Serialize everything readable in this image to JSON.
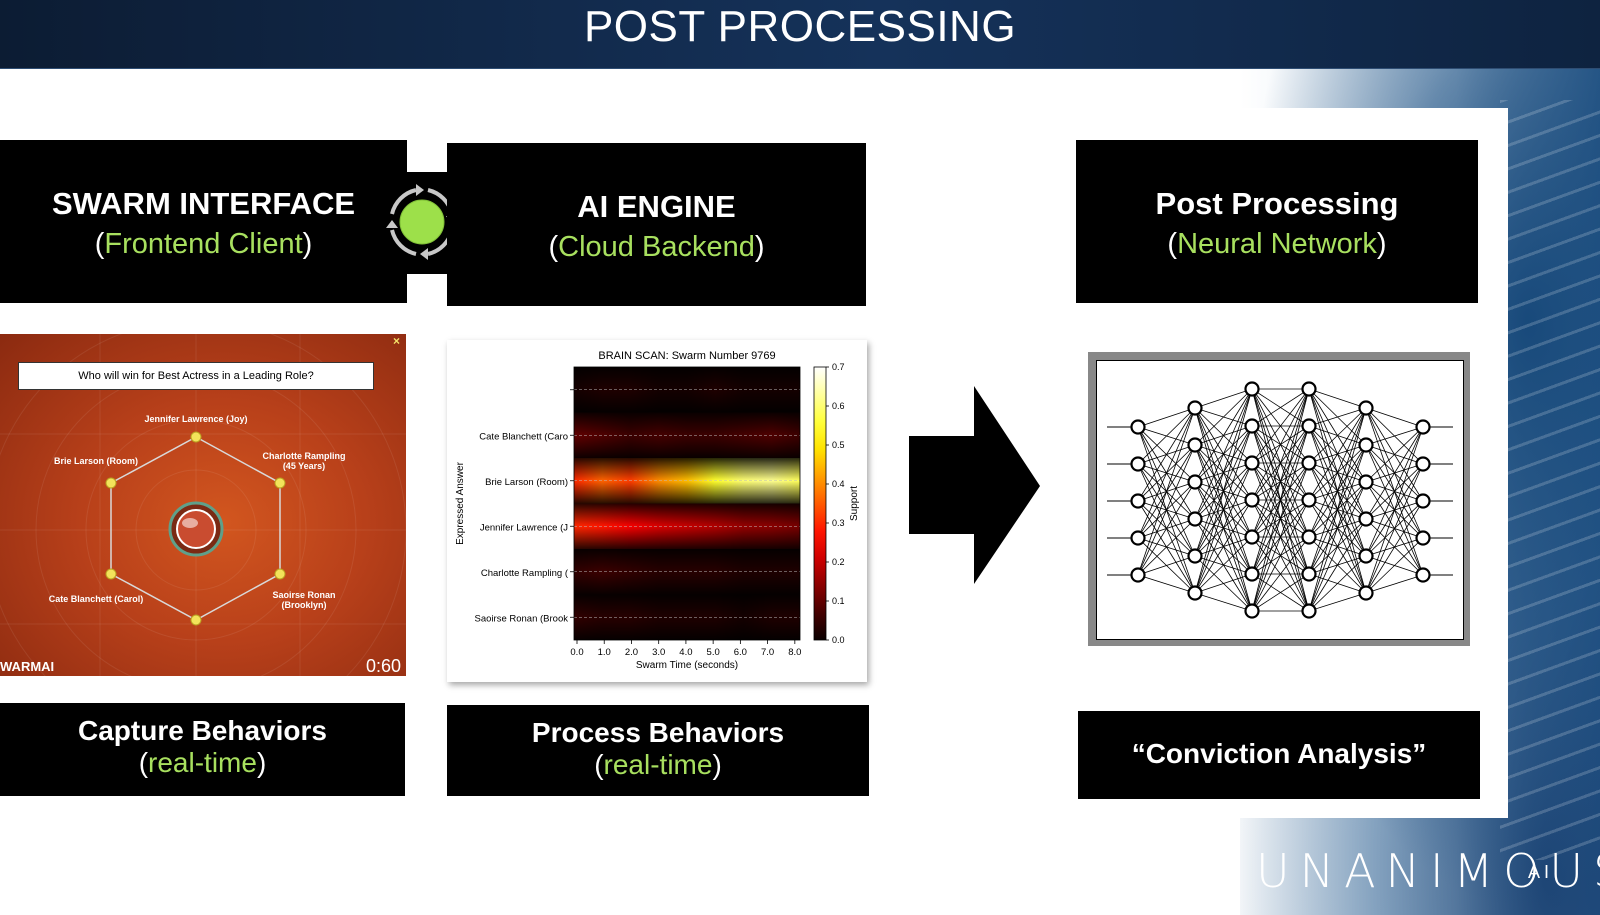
{
  "header": {
    "title": "POST PROCESSING"
  },
  "boxes": {
    "swarm_interface": {
      "title": "SWARM INTERFACE",
      "sub_open": "(",
      "sub": "Frontend Client",
      "sub_close": ")"
    },
    "ai_engine": {
      "title": "AI ENGINE",
      "sub_open": "(",
      "sub": "Cloud Backend",
      "sub_close": ")"
    },
    "post_processing": {
      "title": "Post Processing",
      "sub_open": "(",
      "sub": "Neural Network",
      "sub_close": ")"
    },
    "capture": {
      "title": "Capture Behaviors",
      "sub_open": "(",
      "sub": "real-time",
      "sub_close": ")"
    },
    "process": {
      "title": "Process Behaviors",
      "sub_open": "(",
      "sub": "real-time",
      "sub_close": ")"
    },
    "conviction": {
      "title": "“Conviction Analysis”"
    }
  },
  "swarm_ui": {
    "question": "Who will win for Best Actress in a Leading Role?",
    "close": "×",
    "options": {
      "top": "Jennifer Lawrence (Joy)",
      "top_left": "Brie Larson (Room)",
      "top_right_1": "Charlotte Rampling",
      "top_right_2": "(45 Years)",
      "bottom_left": "Cate Blanchett (Carol)",
      "bottom_right_1": "Saoirse Ronan",
      "bottom_right_2": "(Brooklyn)"
    },
    "logo": "WARMAI",
    "timer": "0:60"
  },
  "chart_data": {
    "type": "heatmap",
    "title": "BRAIN SCAN: Swarm Number 9769",
    "xlabel": "Swarm Time (seconds)",
    "ylabel": "Expressed Answer",
    "colorbar_label": "Support",
    "x_ticks": [
      "0.0",
      "1.0",
      "2.0",
      "3.0",
      "4.0",
      "5.0",
      "6.0",
      "7.0",
      "8.0"
    ],
    "y_ticks": [
      "",
      "Cate Blanchett (Caro",
      "Brie Larson (Room)",
      "Jennifer Lawrence (J",
      "Charlotte Rampling (",
      "Saoirse Ronan (Brook"
    ],
    "colorbar_ticks": [
      "0.7",
      "0.6",
      "0.5",
      "0.4",
      "0.3",
      "0.2",
      "0.1",
      "0.0"
    ],
    "xlim": [
      0,
      8.3
    ],
    "clim": [
      0,
      0.7
    ],
    "colormap": "hot",
    "rows": [
      {
        "label": "",
        "values": [
          0.02,
          0.03,
          0.03,
          0.02,
          0.02,
          0.03,
          0.02,
          0.02,
          0.02
        ]
      },
      {
        "label": "Cate Blanchett (Caro",
        "values": [
          0.1,
          0.08,
          0.06,
          0.07,
          0.06,
          0.06,
          0.07,
          0.08,
          0.06
        ]
      },
      {
        "label": "Brie Larson (Room)",
        "values": [
          0.3,
          0.36,
          0.32,
          0.4,
          0.45,
          0.55,
          0.6,
          0.62,
          0.58
        ]
      },
      {
        "label": "Jennifer Lawrence (J",
        "values": [
          0.3,
          0.28,
          0.25,
          0.22,
          0.2,
          0.18,
          0.15,
          0.14,
          0.12
        ]
      },
      {
        "label": "Charlotte Rampling (",
        "values": [
          0.05,
          0.06,
          0.05,
          0.04,
          0.04,
          0.04,
          0.03,
          0.03,
          0.03
        ]
      },
      {
        "label": "Saoirse Ronan (Brook",
        "values": [
          0.05,
          0.04,
          0.04,
          0.03,
          0.03,
          0.03,
          0.02,
          0.03,
          0.03
        ]
      }
    ]
  },
  "logo": {
    "main": "UNANIMOUS",
    "suffix": "AI"
  },
  "colors": {
    "accent_green": "#a8e05f",
    "header_bg": "#12294a",
    "box_bg": "#000000"
  }
}
